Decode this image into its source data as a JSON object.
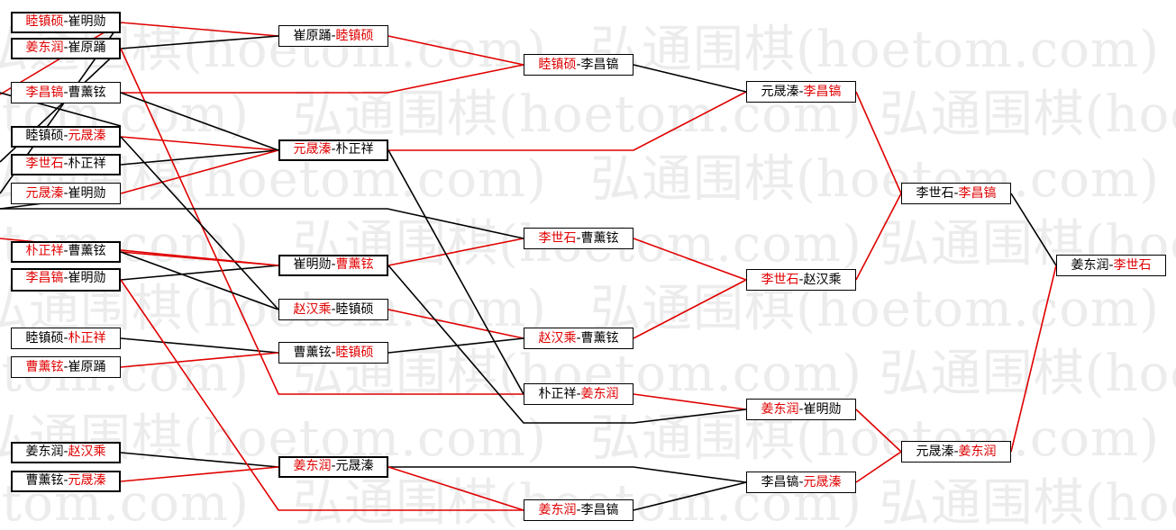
{
  "watermark": "弘通围棋(hoetom.com)",
  "colors": {
    "winner": "#e00000",
    "loser": "#000000",
    "line_red": "#e00000",
    "line_black": "#000000"
  },
  "matches": [
    {
      "id": "r1_1",
      "p1": "睦镇硕",
      "p2": "崔明勋",
      "win": "p1"
    },
    {
      "id": "r1_2",
      "p1": "姜东润",
      "p2": "崔原踊",
      "win": "p1"
    },
    {
      "id": "r1_3",
      "p1": "李昌镐",
      "p2": "曹薰铉",
      "win": "p1"
    },
    {
      "id": "r1_4",
      "p1": "睦镇硕",
      "p2": "元晟溱",
      "win": "p2"
    },
    {
      "id": "r1_5",
      "p1": "李世石",
      "p2": "朴正祥",
      "win": "p1"
    },
    {
      "id": "r1_6",
      "p1": "元晟溱",
      "p2": "崔明勋",
      "win": "p1"
    },
    {
      "id": "r1_7",
      "p1": "朴正祥",
      "p2": "曹薰铉",
      "win": "p1"
    },
    {
      "id": "r1_8",
      "p1": "李昌镐",
      "p2": "崔明勋",
      "win": "p1"
    },
    {
      "id": "r1_9",
      "p1": "睦镇硕",
      "p2": "朴正祥",
      "win": "p2"
    },
    {
      "id": "r1_10",
      "p1": "曹薰铉",
      "p2": "崔原踊",
      "win": "p1"
    },
    {
      "id": "r1_11",
      "p1": "姜东润",
      "p2": "赵汉乘",
      "win": "p2"
    },
    {
      "id": "r1_12",
      "p1": "曹薰铉",
      "p2": "元晟溱",
      "win": "p2"
    },
    {
      "id": "r2_1",
      "p1": "崔原踊",
      "p2": "睦镇硕",
      "win": "p2"
    },
    {
      "id": "r2_2",
      "p1": "元晟溱",
      "p2": "朴正祥",
      "win": "p1"
    },
    {
      "id": "r2_3",
      "p1": "崔明勋",
      "p2": "曹薰铉",
      "win": "p2"
    },
    {
      "id": "r2_4",
      "p1": "赵汉乘",
      "p2": "睦镇硕",
      "win": "p1"
    },
    {
      "id": "r2_5",
      "p1": "曹薰铉",
      "p2": "睦镇硕",
      "win": "p2"
    },
    {
      "id": "r2_6",
      "p1": "姜东润",
      "p2": "元晟溱",
      "win": "p1"
    },
    {
      "id": "r3_1",
      "p1": "睦镇硕",
      "p2": "李昌镐",
      "win": "p1"
    },
    {
      "id": "r3_2",
      "p1": "李世石",
      "p2": "曹薰铉",
      "win": "p1"
    },
    {
      "id": "r3_3",
      "p1": "赵汉乘",
      "p2": "曹薰铉",
      "win": "p1"
    },
    {
      "id": "r3_4",
      "p1": "朴正祥",
      "p2": "姜东润",
      "win": "p2"
    },
    {
      "id": "r3_5",
      "p1": "姜东润",
      "p2": "李昌镐",
      "win": "p1"
    },
    {
      "id": "r4_1",
      "p1": "元晟溱",
      "p2": "李昌镐",
      "win": "p2"
    },
    {
      "id": "r4_2",
      "p1": "李世石",
      "p2": "赵汉乘",
      "win": "p1"
    },
    {
      "id": "r4_3",
      "p1": "姜东润",
      "p2": "崔明勋",
      "win": "p1"
    },
    {
      "id": "r4_4",
      "p1": "李昌镐",
      "p2": "元晟溱",
      "win": "p2"
    },
    {
      "id": "r5_1",
      "p1": "李世石",
      "p2": "李昌镐",
      "win": "p2"
    },
    {
      "id": "r5_2",
      "p1": "元晟溱",
      "p2": "姜东润",
      "win": "p2"
    },
    {
      "id": "r6_1",
      "p1": "姜东润",
      "p2": "李世石",
      "win": "p2"
    }
  ]
}
